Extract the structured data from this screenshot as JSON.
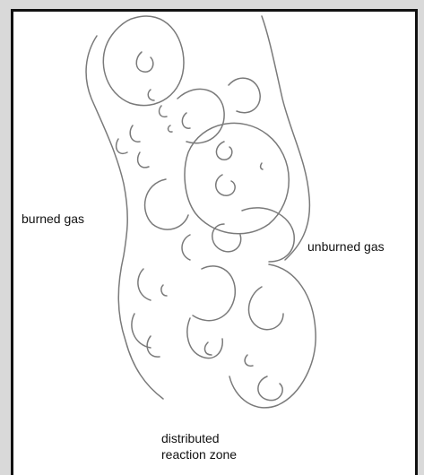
{
  "labels": {
    "burned_gas": "burned gas",
    "unburned_gas": "unburned gas",
    "zone_line1": "distributed",
    "zone_line2": "reaction zone"
  }
}
